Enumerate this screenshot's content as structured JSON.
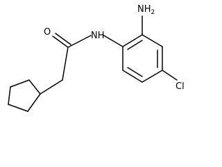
{
  "molecule": {
    "atoms": {
      "carbonyl_oxygen": "O",
      "amide_nitrogen": "NH",
      "amino_group": "NH",
      "amino_subscript": "2",
      "chlorine": "Cl"
    }
  },
  "colors": {
    "bond": "#000000",
    "label": "#000000",
    "background": "#ffffff"
  }
}
